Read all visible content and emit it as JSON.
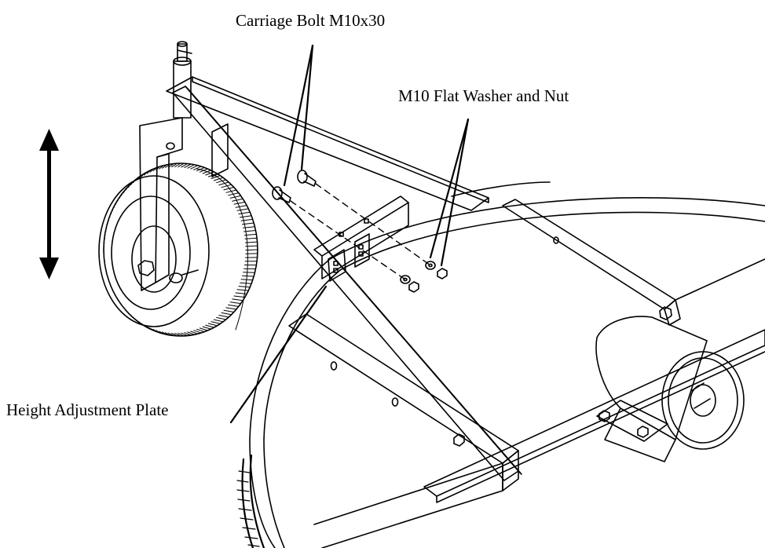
{
  "figure": {
    "callouts": {
      "carriage_bolt": "Carriage Bolt M10x30",
      "washer_nut": "M10 Flat Washer and Nut",
      "height_plate": "Height Adjustment Plate"
    },
    "icons": {
      "adjust_arrow": "double-headed-vertical-arrow-icon"
    },
    "colors": {
      "ink": "#000000",
      "background": "#ffffff"
    }
  }
}
